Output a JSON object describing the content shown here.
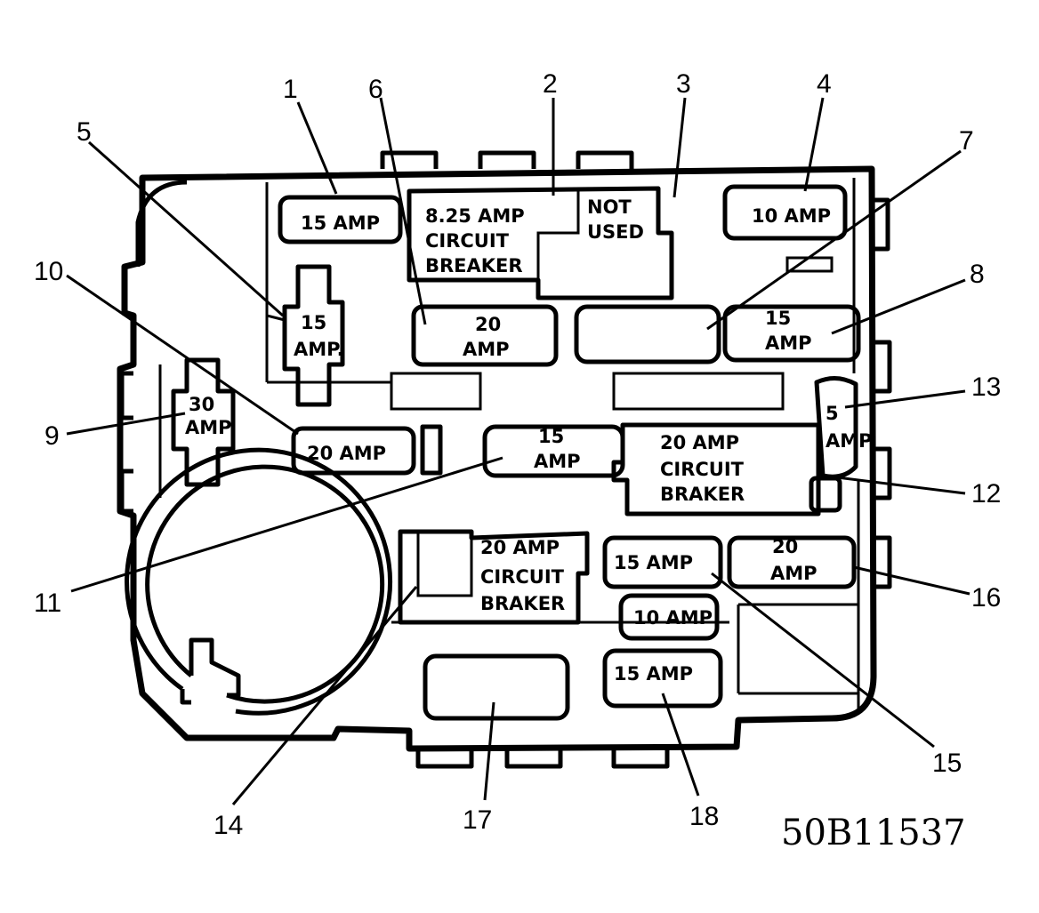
{
  "fuses": [
    {
      "id": "1",
      "lines": [
        "15 AMP"
      ]
    },
    {
      "id": "2",
      "lines": [
        "8.25 AMP",
        "CIRCUIT",
        "BREAKER"
      ]
    },
    {
      "id": "3",
      "lines": [
        "NOT",
        "USED"
      ]
    },
    {
      "id": "4",
      "lines": [
        "10 AMP"
      ]
    },
    {
      "id": "5",
      "lines": [
        "15",
        "AMP."
      ]
    },
    {
      "id": "6",
      "lines": [
        "20",
        "AMP"
      ]
    },
    {
      "id": "7",
      "lines": []
    },
    {
      "id": "8",
      "lines": [
        "15",
        "AMP"
      ]
    },
    {
      "id": "9",
      "lines": [
        "30",
        "AMP"
      ]
    },
    {
      "id": "10",
      "lines": [
        "20 AMP"
      ]
    },
    {
      "id": "11",
      "lines": [
        "15",
        "AMP"
      ]
    },
    {
      "id": "12",
      "lines": [
        "20 AMP",
        "CIRCUIT",
        "BRAKER"
      ]
    },
    {
      "id": "13",
      "lines": [
        "5",
        "AMP"
      ]
    },
    {
      "id": "14",
      "lines": [
        "20 AMP",
        "CIRCUIT",
        "BRAKER"
      ]
    },
    {
      "id": "15",
      "lines": [
        "15 AMP"
      ]
    },
    {
      "id": "16",
      "lines": [
        "20",
        "AMP"
      ]
    },
    {
      "id": "17",
      "lines": []
    },
    {
      "id": "18",
      "lines": [
        "15 AMP"
      ]
    },
    {
      "id": "extra",
      "lines": [
        "10 AMP"
      ]
    }
  ],
  "callouts": [
    "1",
    "2",
    "3",
    "4",
    "5",
    "6",
    "7",
    "8",
    "9",
    "10",
    "11",
    "12",
    "13",
    "14",
    "15",
    "16",
    "17",
    "18"
  ],
  "figure_code": "50B11537"
}
